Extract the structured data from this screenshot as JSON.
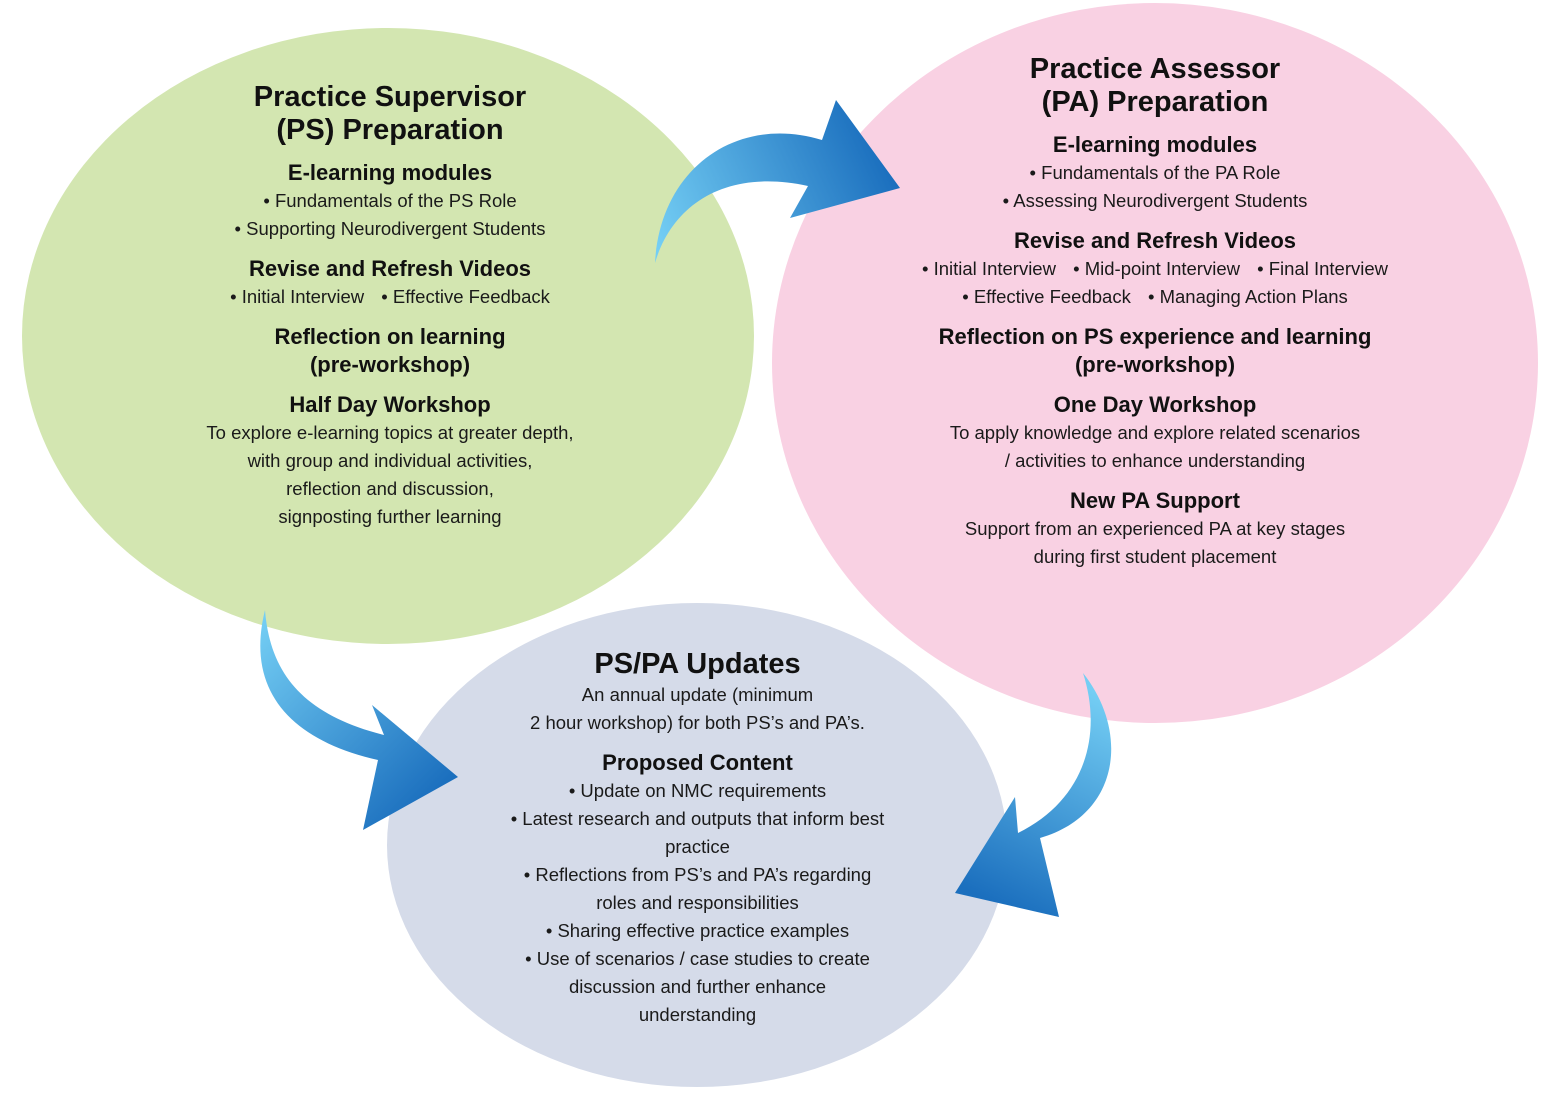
{
  "colors": {
    "ps_fill": "#d3e6b1",
    "pa_fill": "#f9d1e3",
    "updates_fill": "#d5dbe9",
    "arrow_light": "#74cef4",
    "arrow_dark": "#1b6fbe"
  },
  "ps": {
    "title_line1": "Practice Supervisor",
    "title_line2": "(PS) Preparation",
    "elearning_heading": "E-learning modules",
    "elearning_items": [
      "• Fundamentals of the PS Role",
      "• Supporting Neurodivergent Students"
    ],
    "videos_heading": "Revise and Refresh Videos",
    "videos_items": [
      "• Initial Interview",
      "• Effective Feedback"
    ],
    "reflection_heading_line1": "Reflection on learning",
    "reflection_heading_line2": "(pre-workshop)",
    "workshop_heading": "Half Day Workshop",
    "workshop_lines": [
      "To explore e-learning topics at greater depth,",
      "with group and individual activities,",
      "reflection and discussion,",
      "signposting further learning"
    ]
  },
  "pa": {
    "title_line1": "Practice Assessor",
    "title_line2": "(PA) Preparation",
    "elearning_heading": "E-learning modules",
    "elearning_items": [
      "• Fundamentals of the PA Role",
      "• Assessing Neurodivergent Students"
    ],
    "videos_heading": "Revise and Refresh Videos",
    "videos_row1": [
      "• Initial Interview",
      "• Mid-point Interview",
      "• Final Interview"
    ],
    "videos_row2": [
      "• Effective Feedback",
      "• Managing Action Plans"
    ],
    "reflection_heading_line1": "Reflection on PS experience and learning",
    "reflection_heading_line2": "(pre-workshop)",
    "workshop_heading": "One Day Workshop",
    "workshop_lines": [
      "To apply knowledge and explore related scenarios",
      "/ activities to enhance understanding"
    ],
    "support_heading": "New PA Support",
    "support_lines": [
      "Support from an experienced PA at key stages",
      "during first student placement"
    ]
  },
  "updates": {
    "title": "PS/PA Updates",
    "intro_lines": [
      "An annual update (minimum",
      "2 hour workshop) for both PS’s and PA’s."
    ],
    "content_heading": "Proposed Content",
    "content_lines": [
      "• Update on NMC requirements",
      "• Latest research and outputs that inform best",
      "practice",
      "• Reflections from PS’s and PA’s regarding",
      "roles and responsibilities",
      "• Sharing effective practice examples",
      "• Use of scenarios / case studies to create",
      "discussion and further enhance",
      "understanding"
    ]
  }
}
